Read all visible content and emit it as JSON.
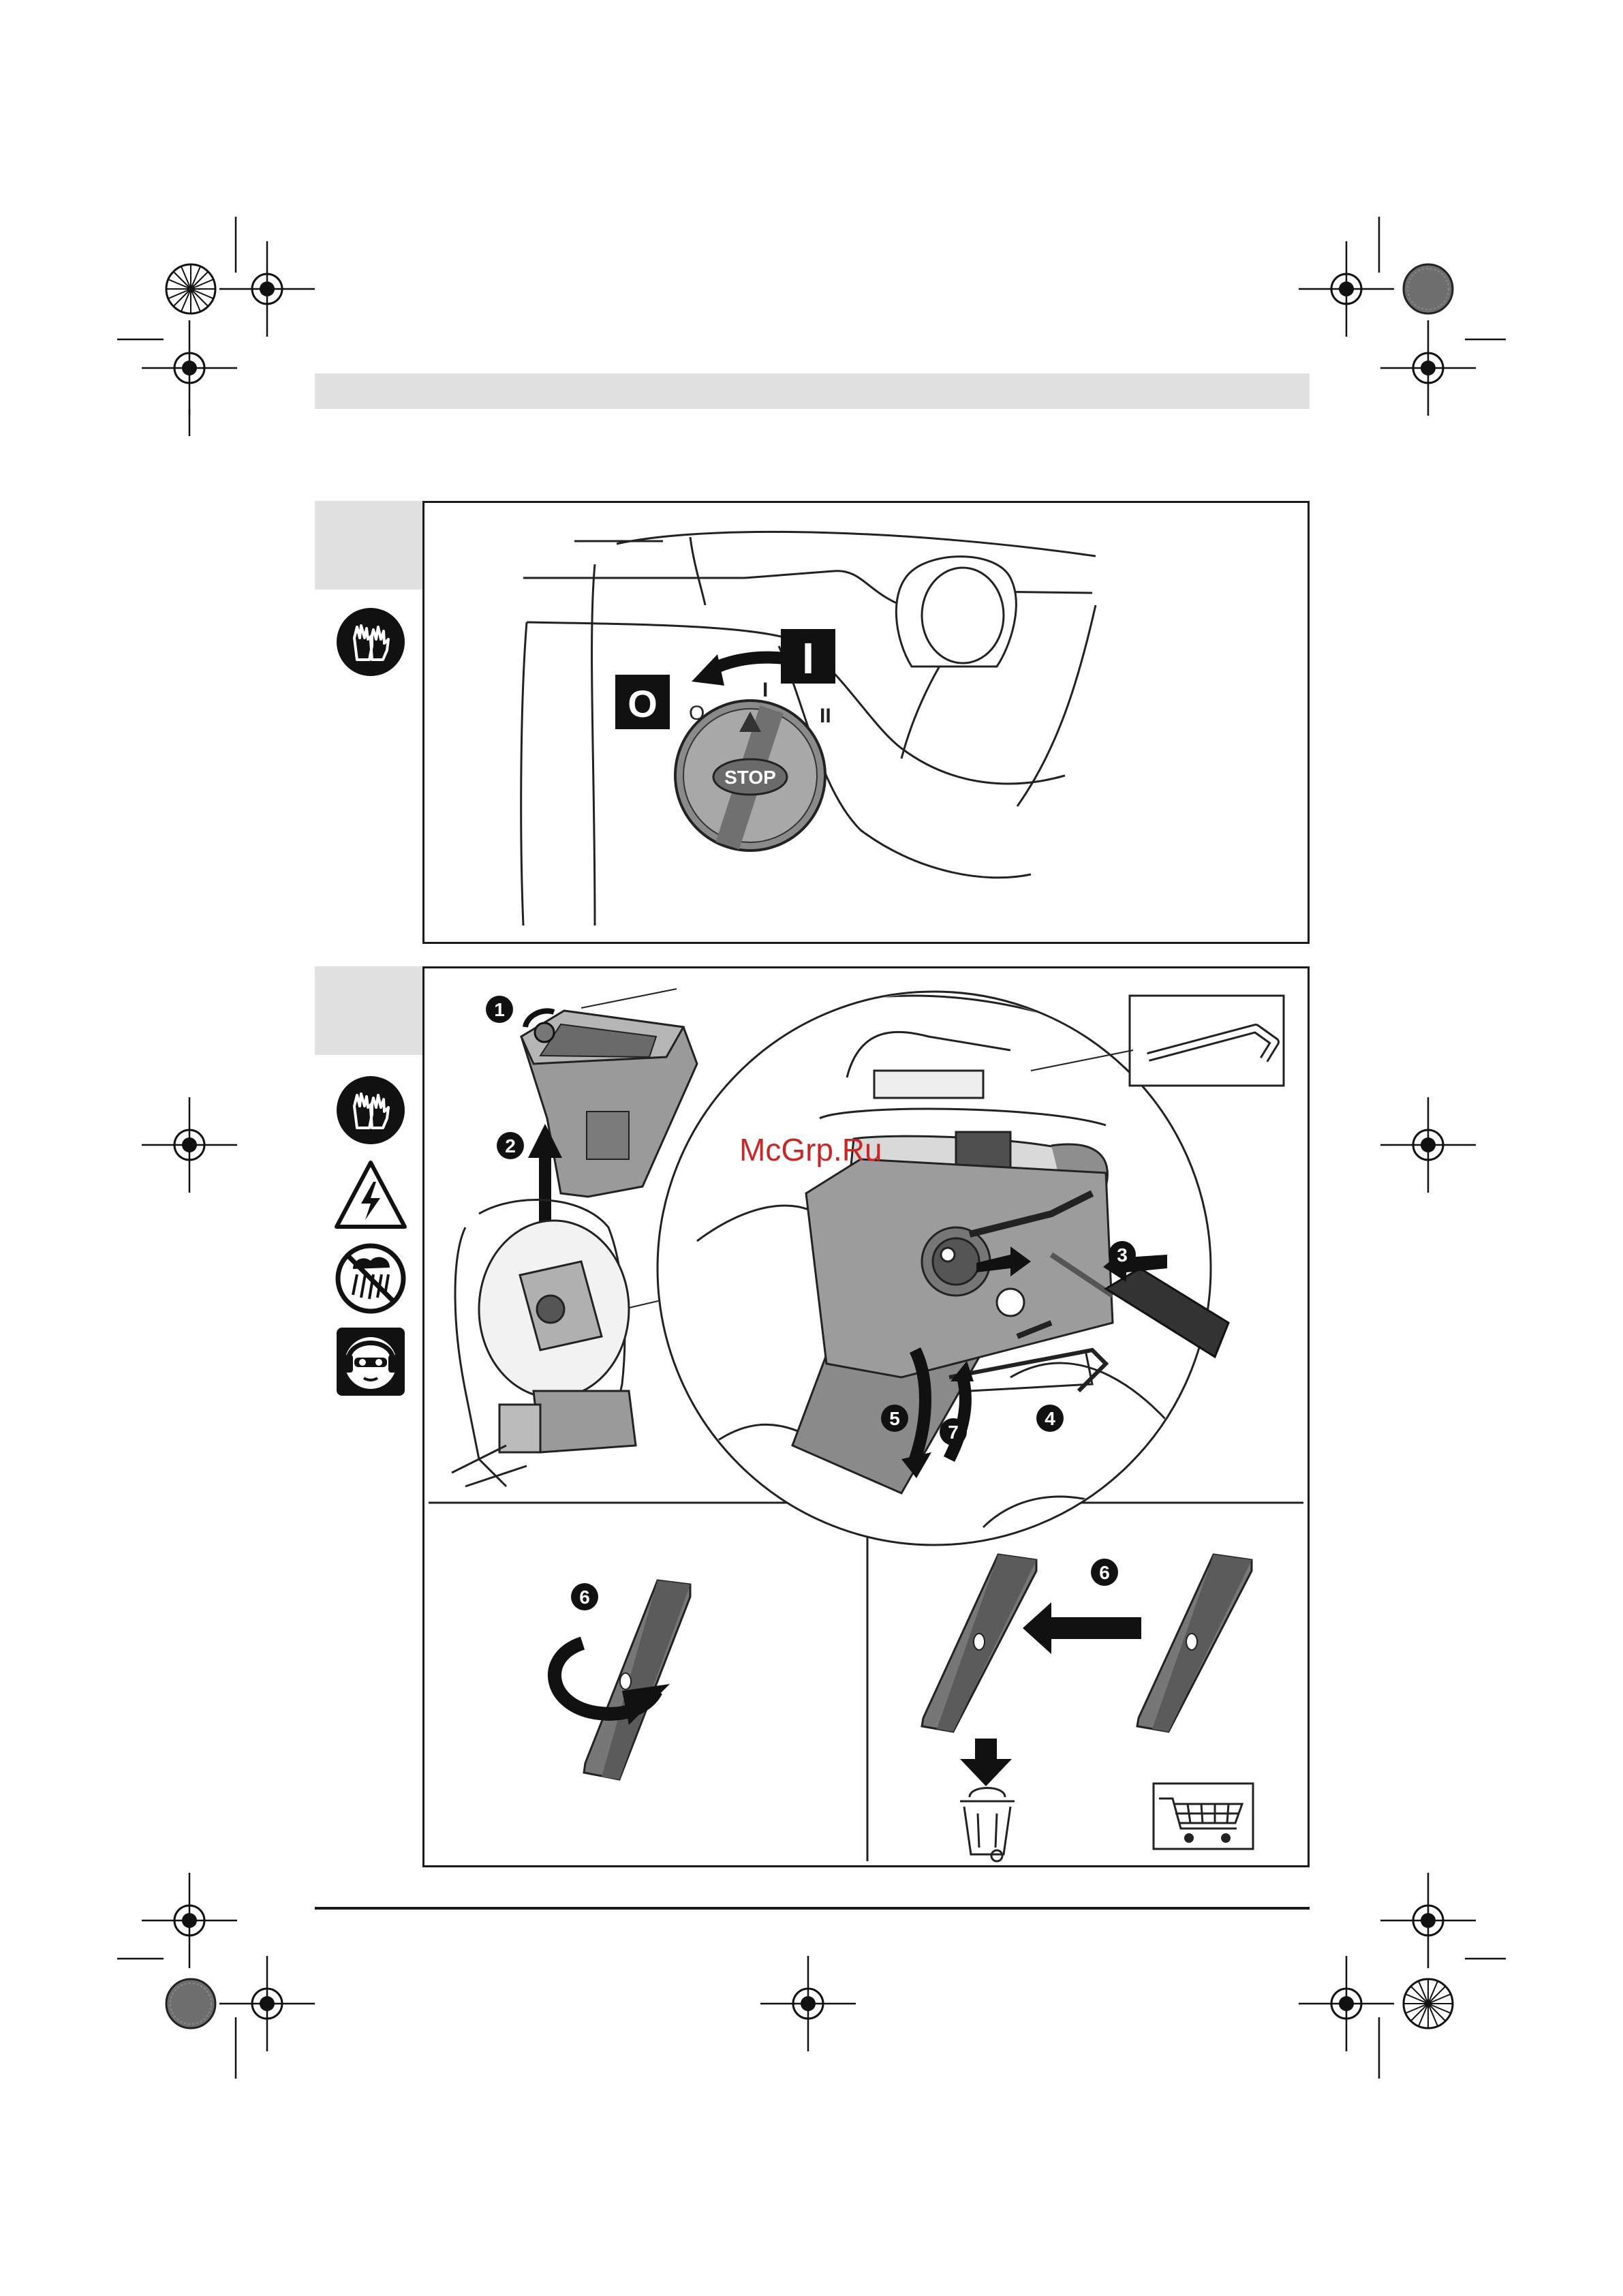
{
  "watermark": "McGrp.Ru",
  "figure_a": {
    "switch_on_symbol": "I",
    "switch_off_symbol": "O",
    "dial_positions": [
      "O",
      "I",
      "II"
    ],
    "dial_label": "STOP"
  },
  "figure_b": {
    "steps": {
      "s1": "1",
      "s2": "2",
      "s3": "3",
      "s4": "4",
      "s5": "5",
      "s6": "6",
      "s7": "7",
      "s6b": "6"
    }
  },
  "icons": {
    "figure_a": [
      "gloves-icon"
    ],
    "figure_b": [
      "gloves-icon",
      "electric-hazard-icon",
      "no-rain-icon",
      "eye-ear-protection-icon"
    ]
  },
  "colors": {
    "tab_gray": "#e1e1e1",
    "line": "#1a1a1a",
    "watermark": "#c62828"
  }
}
